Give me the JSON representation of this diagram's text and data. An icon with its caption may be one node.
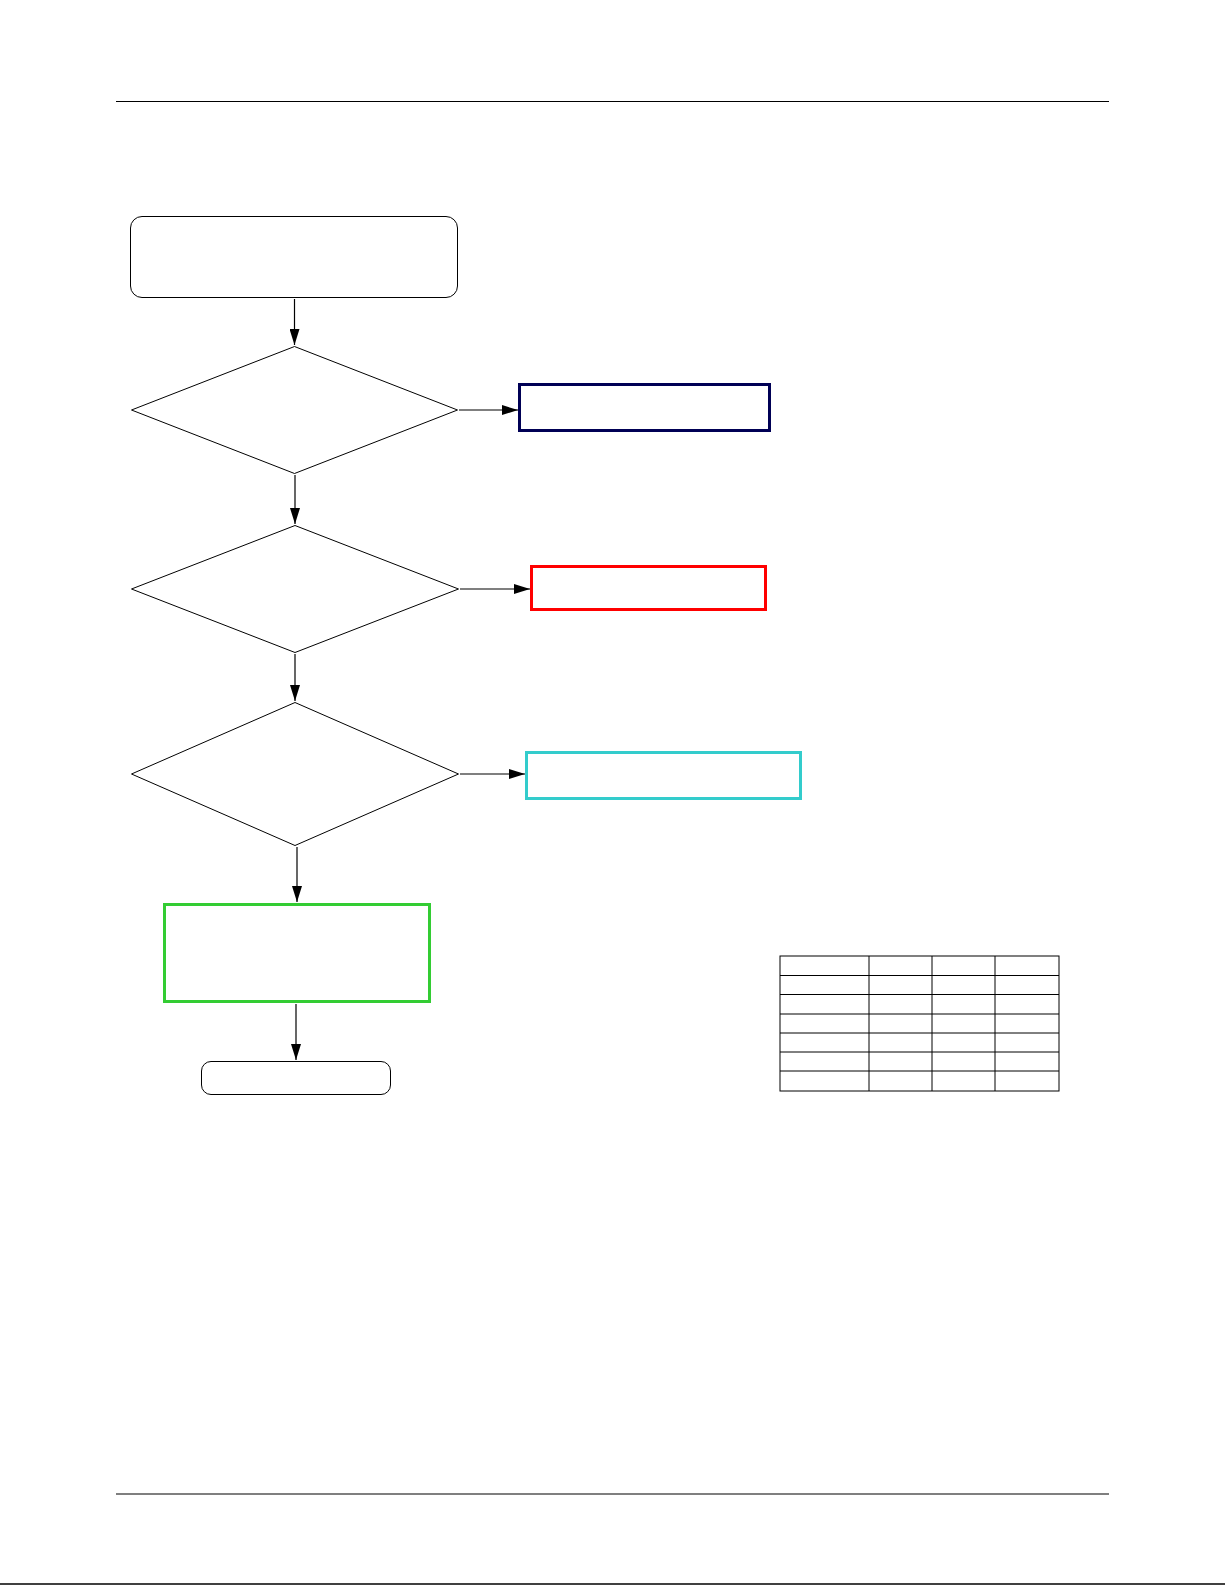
{
  "diagram": {
    "nodes": [
      {
        "text": [],
        "shape": "box"
      },
      {
        "text": [],
        "shape": "diamond"
      },
      {
        "text": [],
        "shape": "box"
      },
      {
        "text": [],
        "shape": "diamond"
      },
      {
        "text": [],
        "shape": "box"
      },
      {
        "text": [],
        "shape": "diamond"
      },
      {
        "text": [],
        "shape": "box"
      },
      {
        "text": [],
        "shape": "box"
      },
      {
        "text": [],
        "shape": "box"
      }
    ],
    "edges": [
      {
        "from": 0,
        "to": 1,
        "arrow": "to"
      },
      {
        "from": 1,
        "to": 2,
        "arrow": "to"
      },
      {
        "from": 1,
        "to": 3,
        "arrow": "to"
      },
      {
        "from": 3,
        "to": 4,
        "arrow": "to"
      },
      {
        "from": 3,
        "to": 5,
        "arrow": "to"
      },
      {
        "from": 5,
        "to": 6,
        "arrow": "to"
      },
      {
        "from": 5,
        "to": 7,
        "arrow": "to"
      },
      {
        "from": 7,
        "to": 8,
        "arrow": "to"
      }
    ]
  }
}
